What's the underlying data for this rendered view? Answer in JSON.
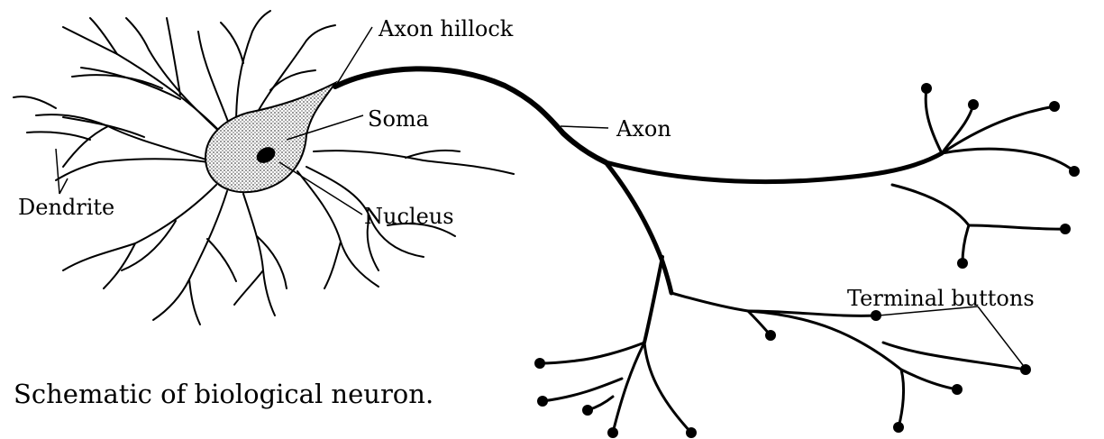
{
  "labels": {
    "axon_hillock": "Axon hillock",
    "soma": "Soma",
    "axon": "Axon",
    "dendrite": "Dendrite",
    "nucleus": "Nucleus",
    "terminal_buttons": "Terminal buttons"
  },
  "caption": "Schematic of biological neuron.",
  "colors": {
    "ink": "#000000",
    "soma_fill": "#cfcfcf",
    "background": "#ffffff"
  }
}
